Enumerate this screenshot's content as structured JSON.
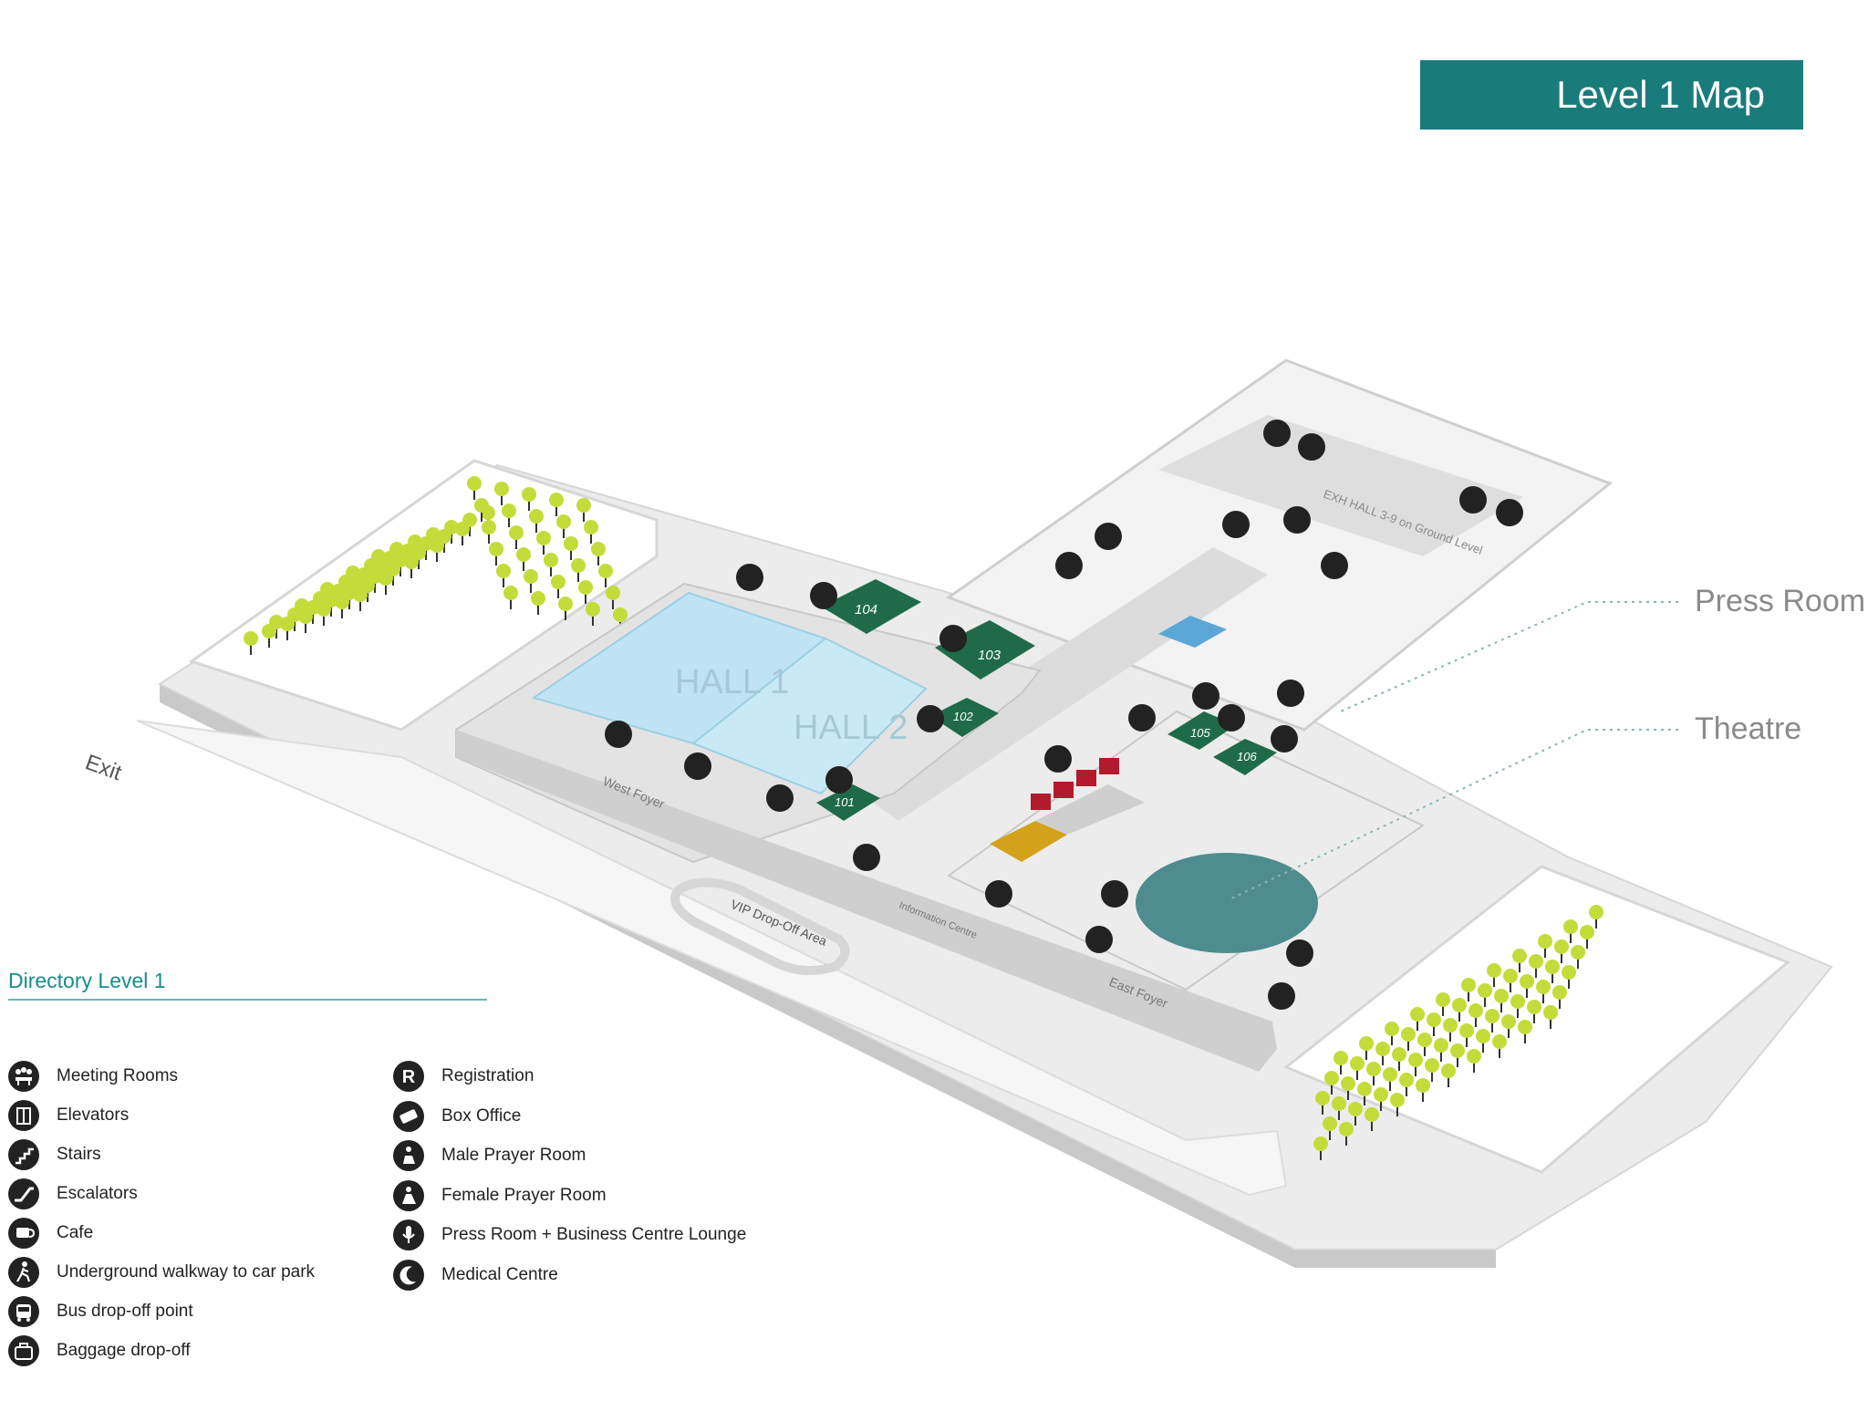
{
  "title": "Level 1 Map",
  "callouts": {
    "press_room": "Press Room",
    "theatre": "Theatre"
  },
  "map_labels": {
    "exit": "Exit",
    "west_foyer": "West Foyer",
    "east_foyer": "East Foyer",
    "vip_dropoff": "VIP Drop-Off Area",
    "information_centre": "Information Centre",
    "exhall": "EXH HALL 3-9 on Ground Level",
    "hall1": "HALL 1",
    "hall2": "HALL 2"
  },
  "rooms": [
    "104",
    "103",
    "102",
    "101",
    "105",
    "106"
  ],
  "directory": {
    "title": "Directory Level 1",
    "left": [
      {
        "label": "Meeting Rooms",
        "icon": "meeting-rooms-icon"
      },
      {
        "label": "Elevators",
        "icon": "elevator-icon"
      },
      {
        "label": "Stairs",
        "icon": "stairs-icon"
      },
      {
        "label": "Escalators",
        "icon": "escalator-icon"
      },
      {
        "label": "Cafe",
        "icon": "cafe-icon"
      },
      {
        "label": "Underground walkway to car park",
        "icon": "walkway-icon"
      },
      {
        "label": "Bus drop-off point",
        "icon": "bus-icon"
      },
      {
        "label": "Baggage drop-off",
        "icon": "baggage-icon"
      }
    ],
    "right": [
      {
        "label": "Registration",
        "icon": "registration-icon"
      },
      {
        "label": "Box Office",
        "icon": "box-office-icon"
      },
      {
        "label": "Male Prayer Room",
        "icon": "male-prayer-icon"
      },
      {
        "label": "Female Prayer Room",
        "icon": "female-prayer-icon"
      },
      {
        "label": "Press Room + Business Centre Lounge",
        "icon": "press-room-icon"
      },
      {
        "label": "Medical Centre",
        "icon": "medical-centre-icon"
      }
    ],
    "registration_letter": "R"
  },
  "colors": {
    "teal": "#1a7b7b",
    "room_green": "#1f6b49",
    "hall_blue": "#bfe3f2",
    "tree_green": "#c4dc3a",
    "registration_red": "#b31b2c",
    "press_gold": "#d4a21a",
    "theatre_teal": "#4e8c8f"
  }
}
